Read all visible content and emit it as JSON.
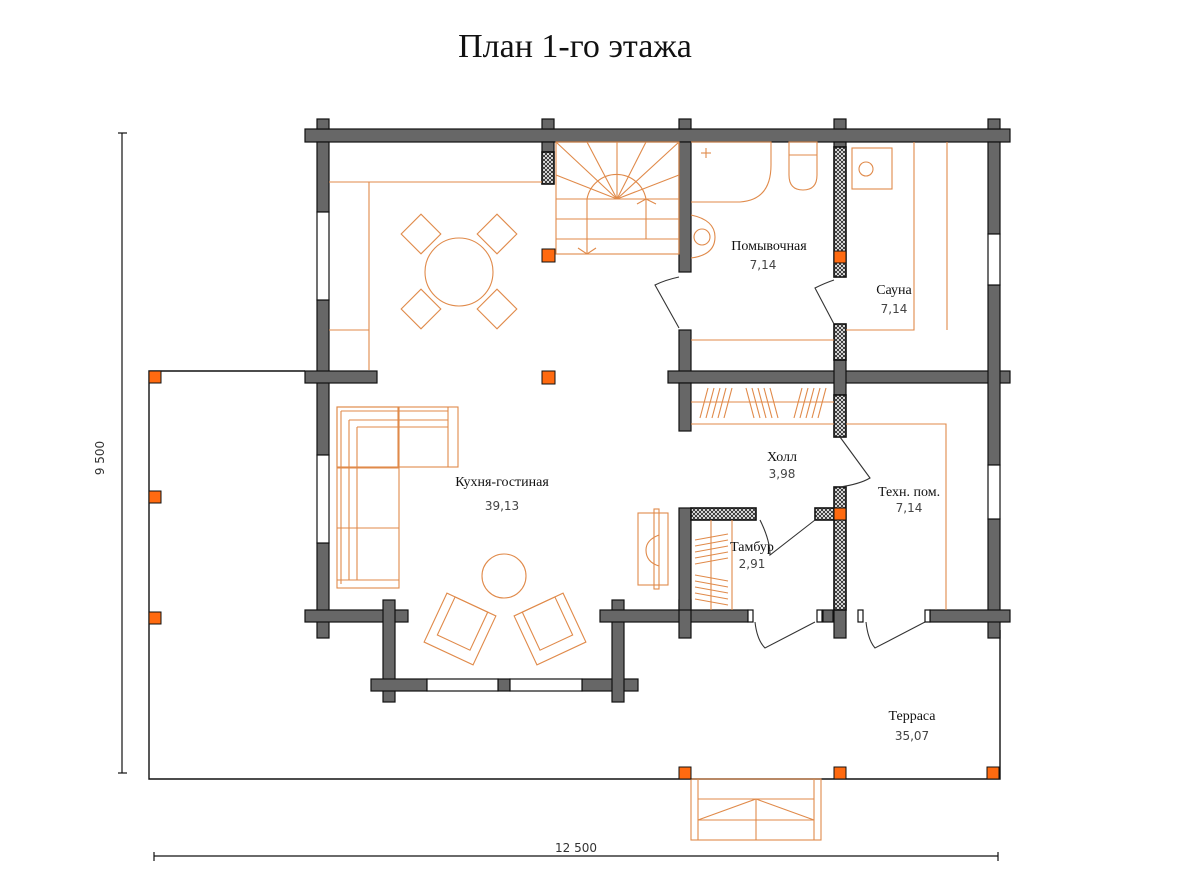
{
  "title": "План 1-го этажа",
  "dimensions": {
    "width_label": "12 500",
    "height_label": "9 500"
  },
  "rooms": [
    {
      "id": "kitchen-living",
      "name": "Кухня-гостиная",
      "area": "39,13"
    },
    {
      "id": "washroom",
      "name": "Помывочная",
      "area": "7,14"
    },
    {
      "id": "sauna",
      "name": "Сауна",
      "area": "7,14"
    },
    {
      "id": "hall",
      "name": "Холл",
      "area": "3,98"
    },
    {
      "id": "tech-room",
      "name": "Техн. пом.",
      "area": "7,14"
    },
    {
      "id": "vestibule",
      "name": "Тамбур",
      "area": "2,91"
    },
    {
      "id": "terrace",
      "name": "Терраса",
      "area": "35,07"
    }
  ],
  "colors": {
    "wall": "#676767",
    "column": "#ff6a10",
    "furniture": "#e08a4a",
    "text": "#111111"
  }
}
